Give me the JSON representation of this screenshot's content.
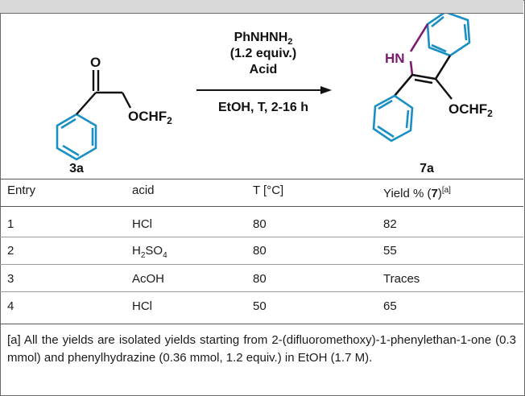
{
  "scheme": {
    "reagent_line1": "PhNHNH",
    "reagent_line1_sub": "2",
    "reagent_line2": "(1.2 equiv.)",
    "reagent_line3": "Acid",
    "conditions": "EtOH, T, 2-16 h",
    "sm_label": "3a",
    "product_label": "7a",
    "sm_carbonyl_O": "O",
    "sm_group": "OCHF",
    "sm_group_sub": "2",
    "product_NH": "HN",
    "product_group": "OCHF",
    "product_group_sub": "2",
    "colors": {
      "ring": "#1a8fc4",
      "nh": "#7b1a6e",
      "bond": "#111111"
    }
  },
  "table": {
    "headers": {
      "entry": "Entry",
      "acid": "acid",
      "temp": "T [°C]",
      "yield_prefix": "Yield % (",
      "yield_compound": "7",
      "yield_suffix": ")",
      "yield_note": "[a]"
    },
    "rows": [
      {
        "entry": "1",
        "acid": "HCl",
        "acid_sub": "",
        "acid_tail": "",
        "temp": "80",
        "yield": "82"
      },
      {
        "entry": "2",
        "acid": "H",
        "acid_sub": "2",
        "acid_tail": "SO",
        "acid_sub2": "4",
        "temp": "80",
        "yield": "55"
      },
      {
        "entry": "3",
        "acid": "AcOH",
        "acid_sub": "",
        "acid_tail": "",
        "temp": "80",
        "yield": "Traces"
      },
      {
        "entry": "4",
        "acid": "HCl",
        "acid_sub": "",
        "acid_tail": "",
        "temp": "50",
        "yield": "65"
      }
    ]
  },
  "footnote": "[a] All the yields are isolated yields starting from 2-(difluoromethoxy)-1-phenylethan-1-one (0.3 mmol) and phenylhydrazine (0.36 mmol, 1.2 equiv.) in EtOH (1.7 M)."
}
